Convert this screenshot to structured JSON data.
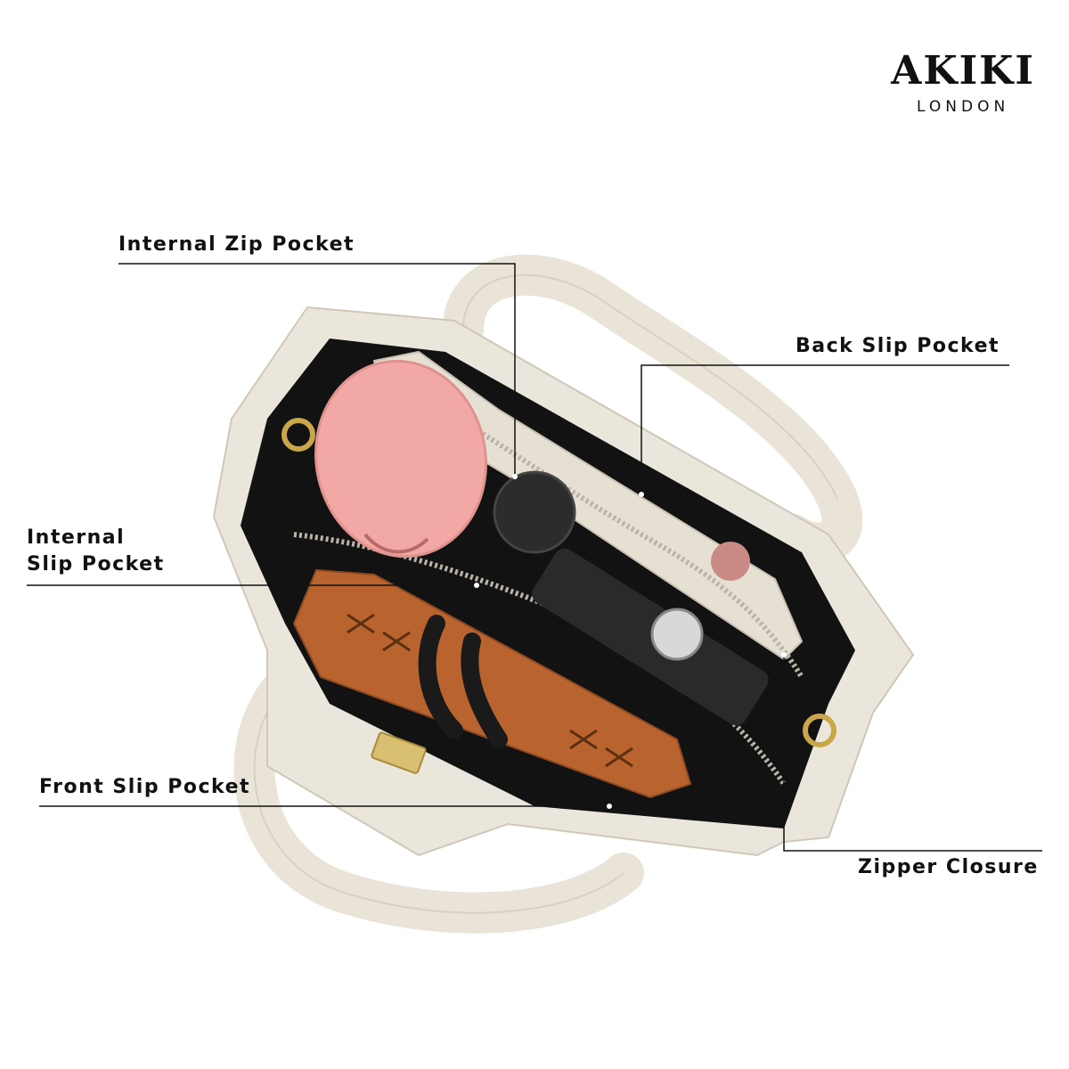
{
  "brand": {
    "name": "AKIKI",
    "location": "LONDON"
  },
  "callouts": {
    "internal_zip_pocket": "Internal Zip Pocket",
    "back_slip_pocket": "Back Slip Pocket",
    "internal_slip_pocket_line1": "Internal",
    "internal_slip_pocket_line2": "Slip Pocket",
    "front_slip_pocket": "Front Slip Pocket",
    "zipper_closure": "Zipper Closure"
  },
  "colors": {
    "bag_cream": "#ebe6dc",
    "bag_shadow": "#d7d0c2",
    "lining_black": "#121212",
    "wallet_tan": "#b9642f",
    "strap_black": "#1a1a1a",
    "mirror_pink": "#f2a9a5",
    "hardware_gold": "#c9a64a",
    "line_black": "#111111"
  }
}
